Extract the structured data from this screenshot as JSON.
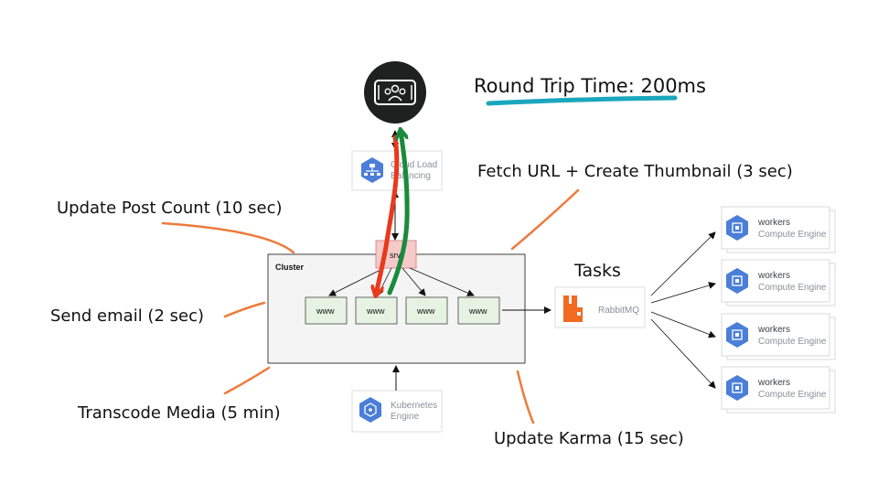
{
  "annotations": {
    "round_trip": "Round Trip Time: 200ms",
    "fetch_url": "Fetch URL + Create Thumbnail (3 sec)",
    "update_post": "Update Post Count (10 sec)",
    "send_email": "Send email (2 sec)",
    "transcode": "Transcode Media (5 min)",
    "update_karma": "Update Karma (15 sec)",
    "tasks": "Tasks"
  },
  "load_balancer": {
    "line1": "Cloud Load",
    "line2": "Balancing"
  },
  "srv_label": "srv",
  "cluster_label": "Cluster",
  "www_nodes": [
    "www",
    "www",
    "www",
    "www"
  ],
  "rabbitmq_label": "RabbitMQ",
  "kubernetes": {
    "line1": "Kubernetes",
    "line2": "Engine"
  },
  "workers": [
    {
      "title": "workers",
      "subtitle": "Compute Engine"
    },
    {
      "title": "workers",
      "subtitle": "Compute Engine"
    },
    {
      "title": "workers",
      "subtitle": "Compute Engine"
    },
    {
      "title": "workers",
      "subtitle": "Compute Engine"
    }
  ],
  "colors": {
    "request_arrow": "#e8391d",
    "response_arrow": "#1a8a3c",
    "underline": "#1aa7bd",
    "callout": "#ee7a3a",
    "gcp_blue": "#4a7ed8",
    "rabbit_orange": "#f26a21"
  }
}
